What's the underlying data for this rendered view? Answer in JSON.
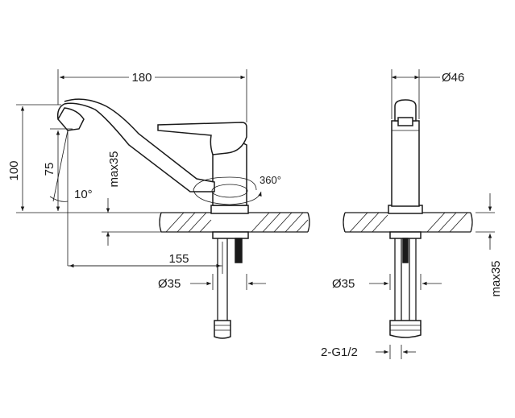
{
  "side_view": {
    "dim_length": "180",
    "dim_height": "100",
    "dim_spout_height": "75",
    "dim_angle": "10°",
    "dim_max_thickness": "max35",
    "dim_rotation": "360°",
    "dim_reach": "155",
    "dim_hole_diameter": "Ø35"
  },
  "front_view": {
    "dim_body_diameter": "Ø46",
    "dim_hole_diameter": "Ø35",
    "dim_max_thickness": "max35",
    "dim_connection": "2-G1/2"
  }
}
